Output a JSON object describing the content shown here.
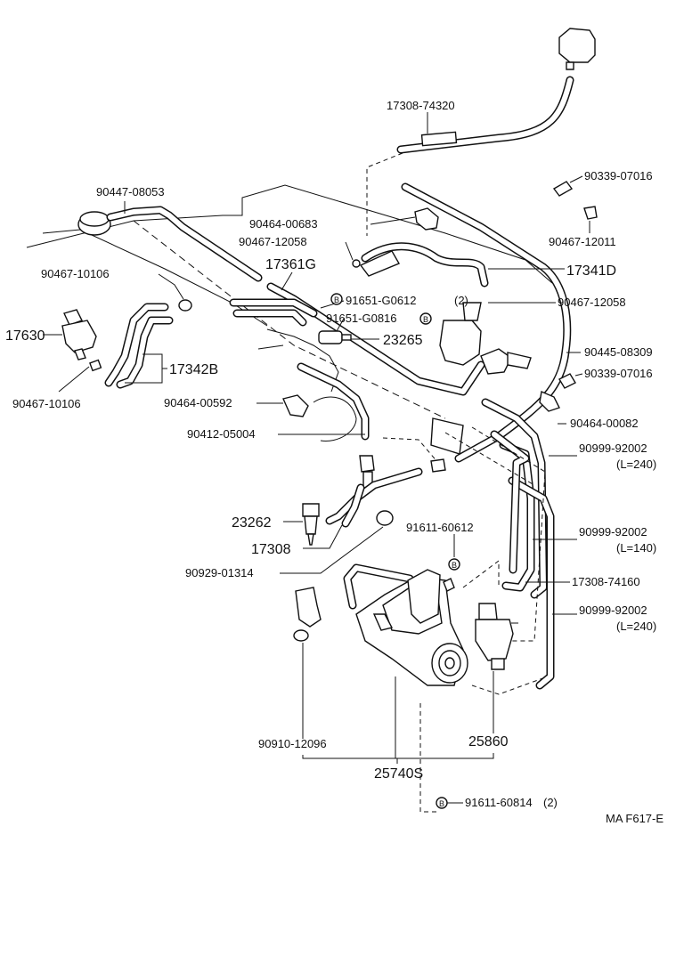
{
  "diagram": {
    "labels": {
      "p17308_74320": "17308-74320",
      "p90339_07016_top": "90339-07016",
      "p90447_08053": "90447-08053",
      "p90464_00683": "90464-00683",
      "p90467_12058_top": "90467-12058",
      "p90467_12011": "90467-12011",
      "p90467_10106_top": "90467-10106",
      "p17361G": "17361G",
      "p17341D": "17341D",
      "p91651_G0612": "91651-G0612",
      "p91651_G0612_qty": "(2)",
      "p90467_12058_right": "90467-12058",
      "p91651_G0816": "91651-G0816",
      "p17630": "17630",
      "p23265": "23265",
      "p90445_08309": "90445-08309",
      "p17342B": "17342B",
      "p90339_07016_right": "90339-07016",
      "p90467_10106_bottom": "90467-10106",
      "p90464_00592": "90464-00592",
      "p90464_00082": "90464-00082",
      "p90412_05004": "90412-05004",
      "p90999_92002_a": "90999-92002",
      "p90999_92002_a_len": "(L=240)",
      "p23262": "23262",
      "p91611_60612": "91611-60612",
      "p90999_92002_b": "90999-92002",
      "p90999_92002_b_len": "(L=140)",
      "p17308": "17308",
      "p90929_01314": "90929-01314",
      "p17308_74160": "17308-74160",
      "p90999_92002_c": "90999-92002",
      "p90999_92002_c_len": "(L=240)",
      "p90910_12096": "90910-12096",
      "p25860": "25860",
      "p25740S": "25740S",
      "p91611_60814": "91611-60814",
      "p91611_60814_qty": "(2)",
      "bolt_symbol": "B",
      "figure_code": "MA F617-E"
    }
  }
}
